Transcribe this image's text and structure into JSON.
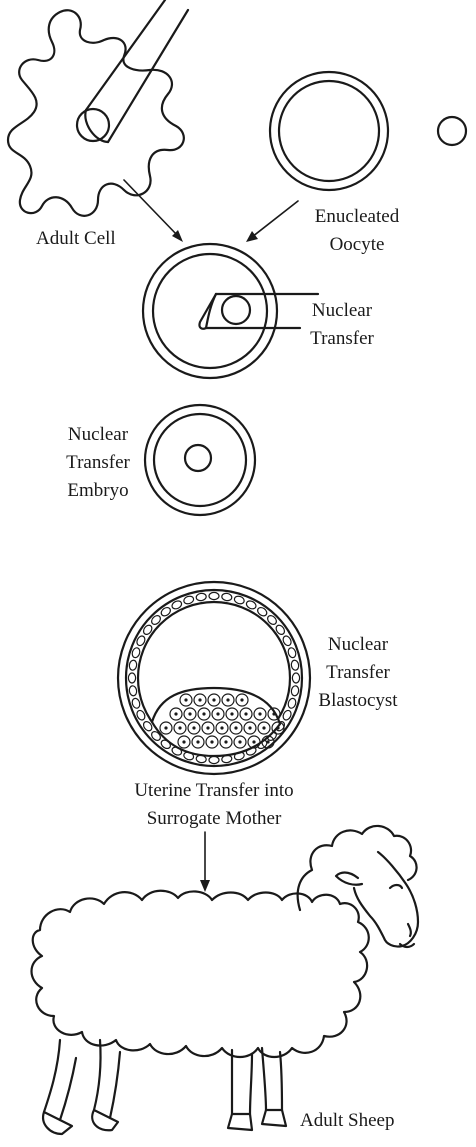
{
  "labels": {
    "adult_cell": "Adult Cell",
    "enucleated_oocyte": [
      "Enucleated",
      "Oocyte"
    ],
    "nuclear_transfer": [
      "Nuclear",
      "Transfer"
    ],
    "nuclear_transfer_embryo": [
      "Nuclear",
      "Transfer",
      "Embryo"
    ],
    "nuclear_transfer_blastocyst": [
      "Nuclear",
      "Transfer",
      "Blastocyst"
    ],
    "uterine_transfer": [
      "Uterine Transfer into",
      "Surrogate Mother"
    ],
    "adult_sheep": "Adult Sheep"
  },
  "colors": {
    "ink": "#1a1a1a",
    "background": "#ffffff"
  }
}
